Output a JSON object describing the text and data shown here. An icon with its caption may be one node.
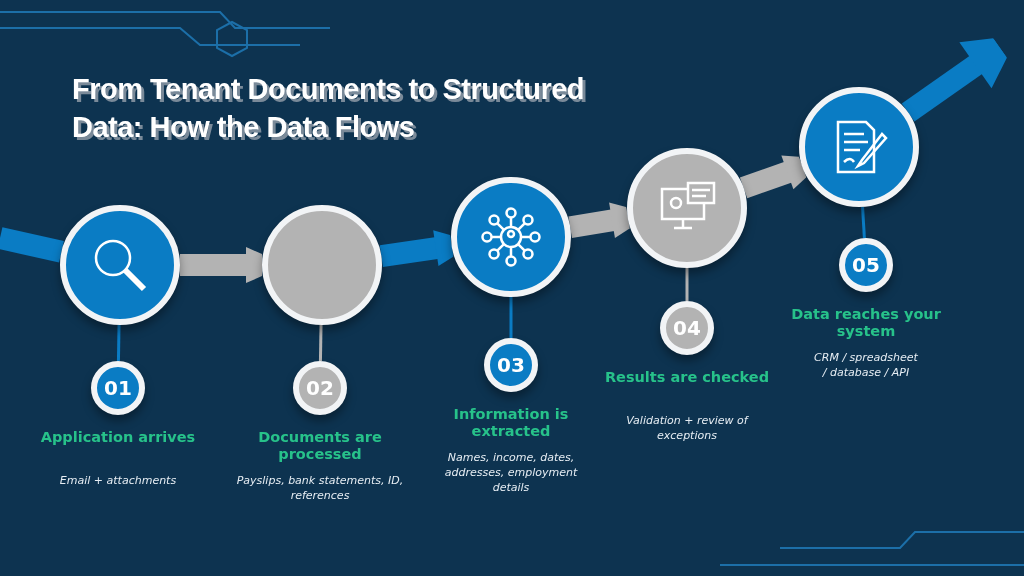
{
  "diagram": {
    "title": "From Tenant Documents to Structured Data: How the Data Flows",
    "nodes": [
      {
        "text": [],
        "shape": "circle"
      },
      {
        "text": [],
        "shape": "circle"
      },
      {
        "text": [],
        "shape": "circle"
      },
      {
        "text": [],
        "shape": "circle"
      },
      {
        "text": [],
        "shape": "circle"
      },
      {
        "text": [
          "01"
        ],
        "beside": [
          "Application arrives",
          "Email + attachments"
        ]
      },
      {
        "text": [
          "02"
        ],
        "beside": [
          "Documents are processed",
          "Payslips, bank statements, ID, references"
        ]
      },
      {
        "text": [
          "03"
        ],
        "beside": [
          "Information is extracted",
          "Names, income, dates, addresses, employment details"
        ]
      },
      {
        "text": [
          "04"
        ],
        "beside": [
          "Results are checked",
          "Validation + review of exceptions"
        ]
      },
      {
        "text": [
          "05"
        ],
        "beside": [
          "Data reaches your system",
          "CRM / spreadsheet / database / API"
        ]
      }
    ],
    "edges": [
      {
        "from": null,
        "to": 0,
        "arrow": "none"
      },
      {
        "from": 0,
        "to": 1,
        "arrow": "to",
        "color": "#b3b3b3"
      },
      {
        "from": 1,
        "to": 2,
        "arrow": "to"
      },
      {
        "from": 2,
        "to": 3,
        "arrow": "to",
        "color": "#b3b3b3"
      },
      {
        "from": 3,
        "to": 4,
        "arrow": "to",
        "color": "#b3b3b3"
      },
      {
        "from": 4,
        "to": null,
        "arrow": "to"
      },
      {
        "from": 0,
        "to": 5,
        "arrow": "none"
      },
      {
        "from": 1,
        "to": 6,
        "arrow": "none",
        "color": "#b3b3b3"
      },
      {
        "from": 2,
        "to": 7,
        "arrow": "none"
      },
      {
        "from": 3,
        "to": 8,
        "arrow": "none",
        "color": "#b3b3b3"
      },
      {
        "from": 4,
        "to": 9,
        "arrow": "none"
      }
    ]
  }
}
